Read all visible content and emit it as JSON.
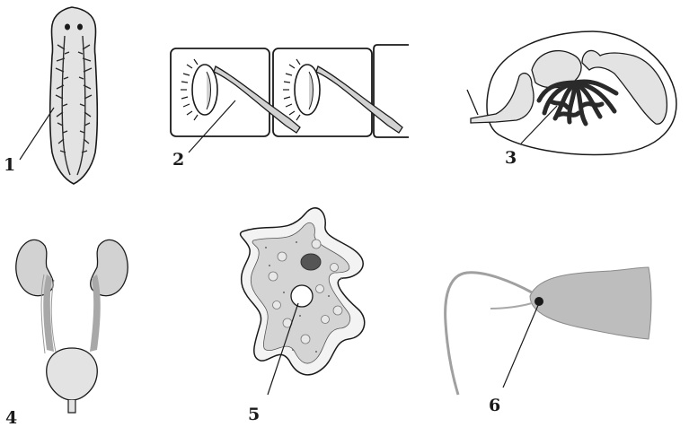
{
  "figure": {
    "labels": [
      {
        "id": "1",
        "text": "1"
      },
      {
        "id": "2",
        "text": "2"
      },
      {
        "id": "3",
        "text": "3"
      },
      {
        "id": "4",
        "text": "4"
      },
      {
        "id": "5",
        "text": "5"
      },
      {
        "id": "6",
        "text": "6"
      }
    ]
  },
  "colors": {
    "ink": "#1a1a1a",
    "tissue": "#d2d2d2",
    "tissue_light": "#e3e3e3",
    "tubules": "#2a2a2a"
  }
}
